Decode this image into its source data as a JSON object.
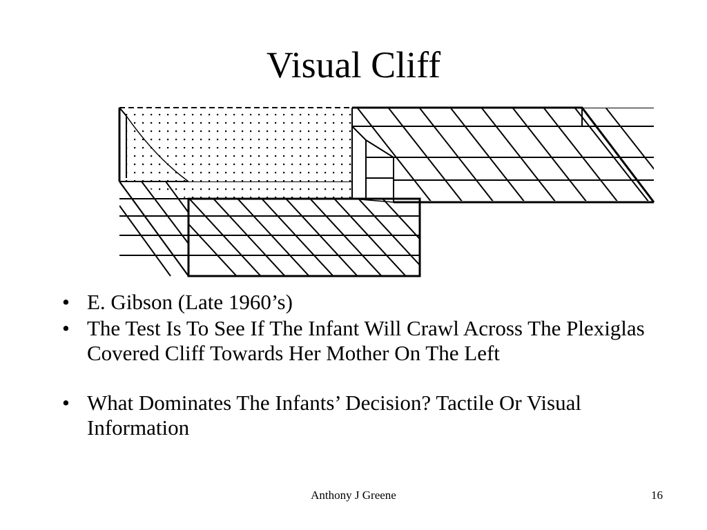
{
  "slide": {
    "title": "Visual Cliff",
    "bullets": [
      "E. Gibson (Late 1960’s)",
      "The Test Is To See If The Infant Will Crawl Across The Plexiglas Covered Cliff Towards Her Mother On The Left",
      "What Dominates The Infants’ Decision? Tactile Or Visual Information"
    ],
    "bullet_glyph": "•",
    "footer": {
      "author": "Anthony J Greene",
      "page_number": "16"
    }
  },
  "figure": {
    "icon": "visual-cliff-apparatus-icon",
    "line_color": "#000000",
    "fill_color": "#ffffff"
  }
}
